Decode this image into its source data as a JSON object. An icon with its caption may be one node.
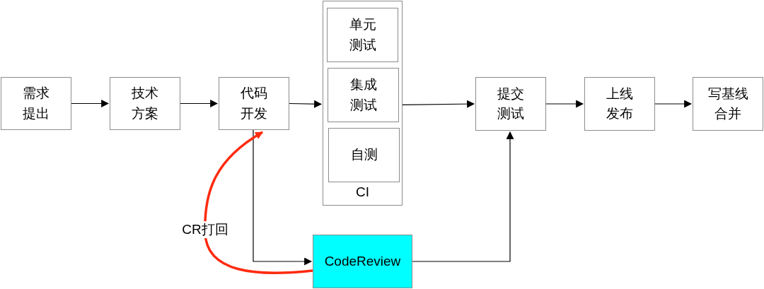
{
  "diagram": {
    "nodes": [
      {
        "text": [
          "需求提出"
        ]
      },
      {
        "text": [
          "技术方案"
        ]
      },
      {
        "text": [
          "代码开发"
        ]
      },
      {
        "text": [
          "CI"
        ]
      },
      {
        "text": [
          "单元测试"
        ],
        "in": 3
      },
      {
        "text": [
          "集成测试"
        ],
        "in": 3
      },
      {
        "text": [
          "自测"
        ],
        "in": 3
      },
      {
        "text": [
          "提交测试"
        ]
      },
      {
        "text": [
          "上线发布"
        ]
      },
      {
        "text": [
          "写基线合并"
        ]
      },
      {
        "text": [
          "CodeReview"
        ]
      }
    ],
    "edges": [
      {
        "from": 0,
        "to": 1,
        "arrow": "to"
      },
      {
        "from": 1,
        "to": 2,
        "arrow": "to"
      },
      {
        "from": 2,
        "to": 3,
        "arrow": "to"
      },
      {
        "from": 3,
        "to": 7,
        "arrow": "to"
      },
      {
        "from": 7,
        "to": 8,
        "arrow": "to"
      },
      {
        "from": 8,
        "to": 9,
        "arrow": "to"
      },
      {
        "from": 2,
        "to": 10,
        "arrow": "to"
      },
      {
        "from": 10,
        "to": 7,
        "arrow": "to"
      },
      {
        "from": 10,
        "to": 2,
        "arrow": "to",
        "label": "CR打回",
        "style": "thick",
        "color": "#ff2a0f"
      }
    ]
  }
}
